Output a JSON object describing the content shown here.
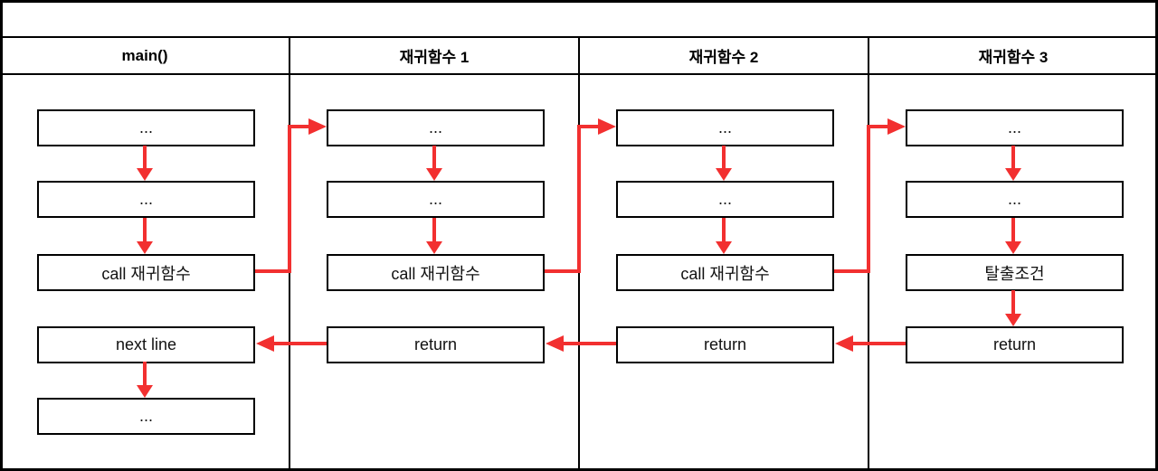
{
  "diagram": {
    "top_band": "",
    "colors": {
      "arrow_red": "#f23030",
      "line_black": "#000000",
      "background": "#ffffff"
    },
    "columns": [
      {
        "header": "main()",
        "boxes": [
          "...",
          "...",
          "call 재귀함수",
          "next line",
          "..."
        ]
      },
      {
        "header": "재귀함수 1",
        "boxes": [
          "...",
          "...",
          "call 재귀함수",
          "return"
        ]
      },
      {
        "header": "재귀함수 2",
        "boxes": [
          "...",
          "...",
          "call 재귀함수",
          "return"
        ]
      },
      {
        "header": "재귀함수 3",
        "boxes": [
          "...",
          "...",
          "탈출조건",
          "return"
        ]
      }
    ]
  }
}
